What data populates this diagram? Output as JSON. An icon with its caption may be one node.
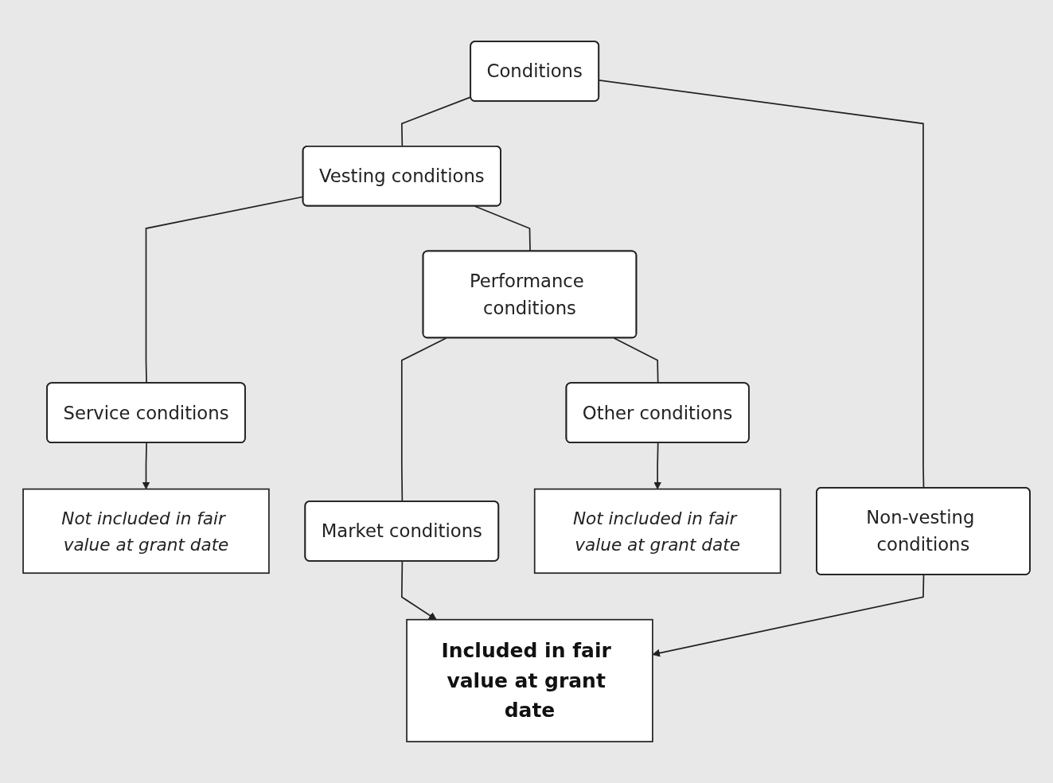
{
  "diagram": {
    "nodes": [
      {
        "text": [
          "Conditions"
        ]
      },
      {
        "text": [
          "Vesting conditions"
        ]
      },
      {
        "text": [
          "Non-vesting conditions"
        ]
      },
      {
        "text": [
          "Service conditions"
        ]
      },
      {
        "text": [
          "Performance conditions"
        ]
      },
      {
        "text": [
          "Market conditions"
        ]
      },
      {
        "text": [
          "Other conditions"
        ]
      },
      {
        "text": [
          "Not included in fair value at grant date"
        ]
      },
      {
        "text": [
          "Not included in fair value at grant date"
        ]
      },
      {
        "text": [
          "Included in fair value at grant date"
        ]
      }
    ],
    "edges": [
      {
        "from": 0,
        "to": 1,
        "arrow": "none"
      },
      {
        "from": 0,
        "to": 2,
        "arrow": "none"
      },
      {
        "from": 1,
        "to": 3,
        "arrow": "none"
      },
      {
        "from": 1,
        "to": 4,
        "arrow": "none"
      },
      {
        "from": 4,
        "to": 5,
        "arrow": "none"
      },
      {
        "from": 4,
        "to": 6,
        "arrow": "none"
      },
      {
        "from": 3,
        "to": 7,
        "arrow": "to"
      },
      {
        "from": 6,
        "to": 8,
        "arrow": "to"
      },
      {
        "from": 5,
        "to": 9,
        "arrow": "to"
      },
      {
        "from": 2,
        "to": 9,
        "arrow": "to"
      }
    ]
  }
}
